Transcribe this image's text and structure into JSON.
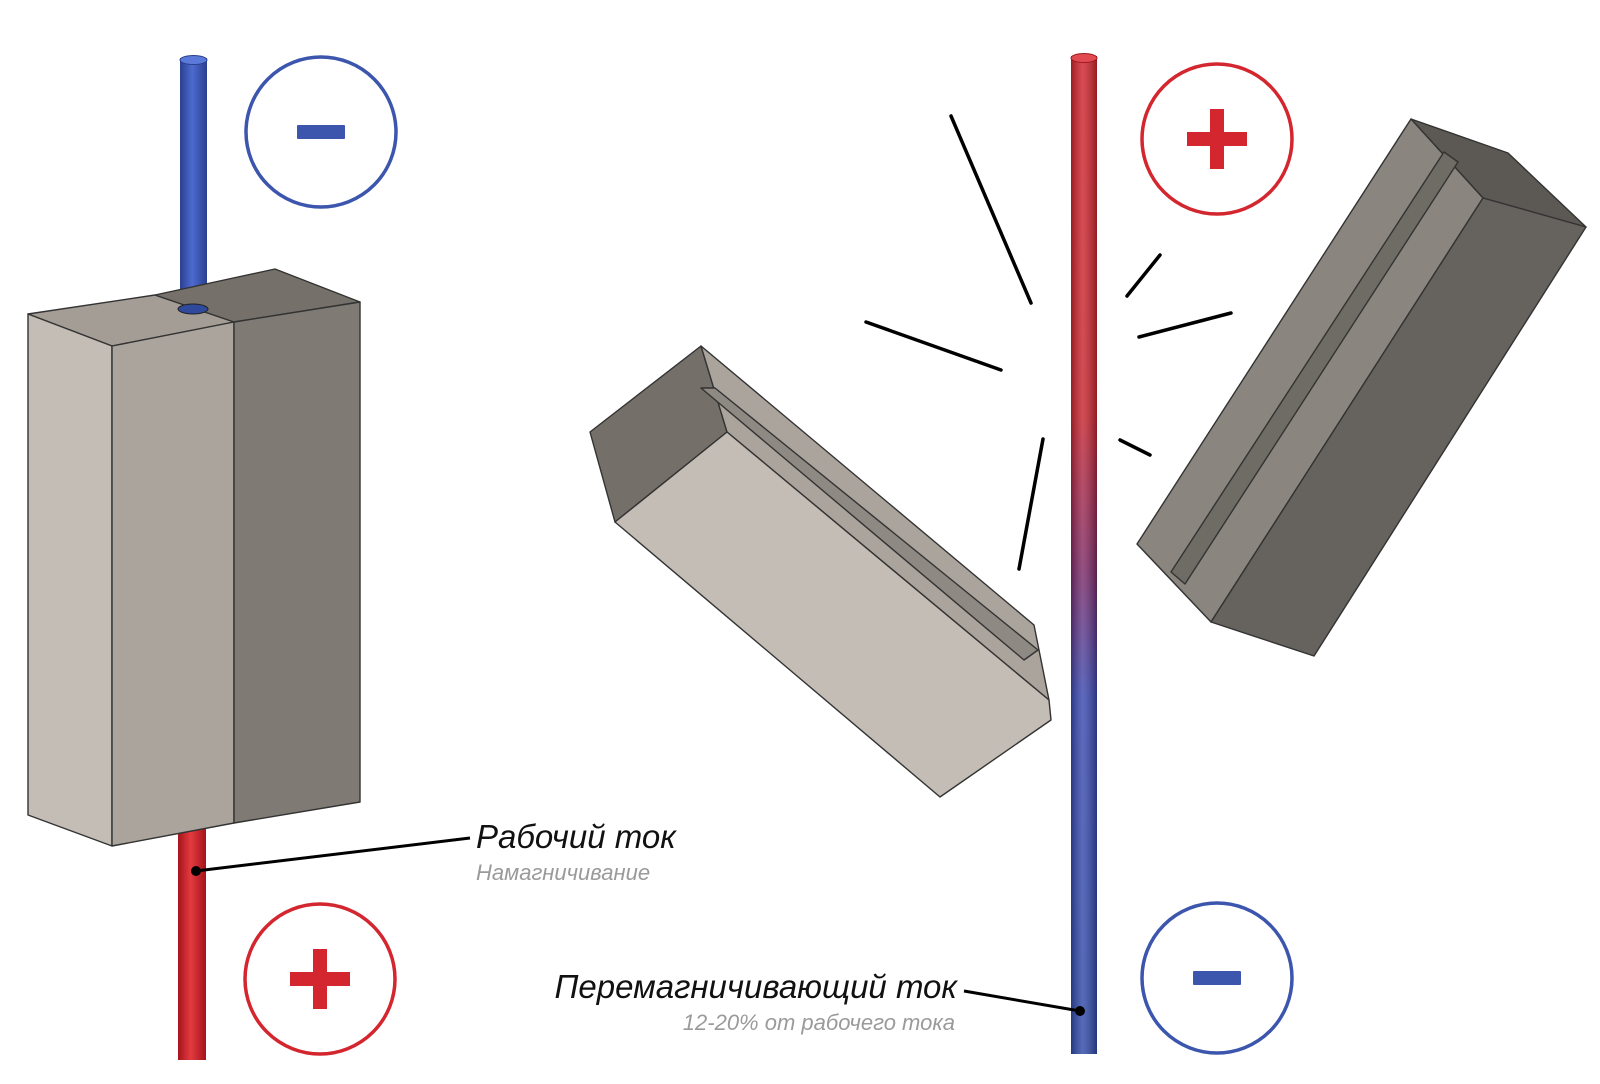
{
  "colors": {
    "positive": "#d3262e",
    "negative": "#3c55ad",
    "magnet_light": "#c3bdb5",
    "magnet_mid": "#a9a29b",
    "magnet_dark": "#7f7a74",
    "magnet_top": "#9a948d",
    "leader_line": "#000000"
  },
  "left_scene": {
    "top_sign": "−",
    "bottom_sign": "+",
    "top_wire_polarity": "negative",
    "bottom_wire_polarity": "positive",
    "label_title": "Рабочий ток",
    "label_subtitle": "Намагничивание"
  },
  "right_scene": {
    "top_sign": "+",
    "bottom_sign": "−",
    "wire_gradient": [
      "positive",
      "negative"
    ],
    "label_title": "Перемагничивающий ток",
    "label_subtitle": "12-20% от рабочего тока"
  }
}
